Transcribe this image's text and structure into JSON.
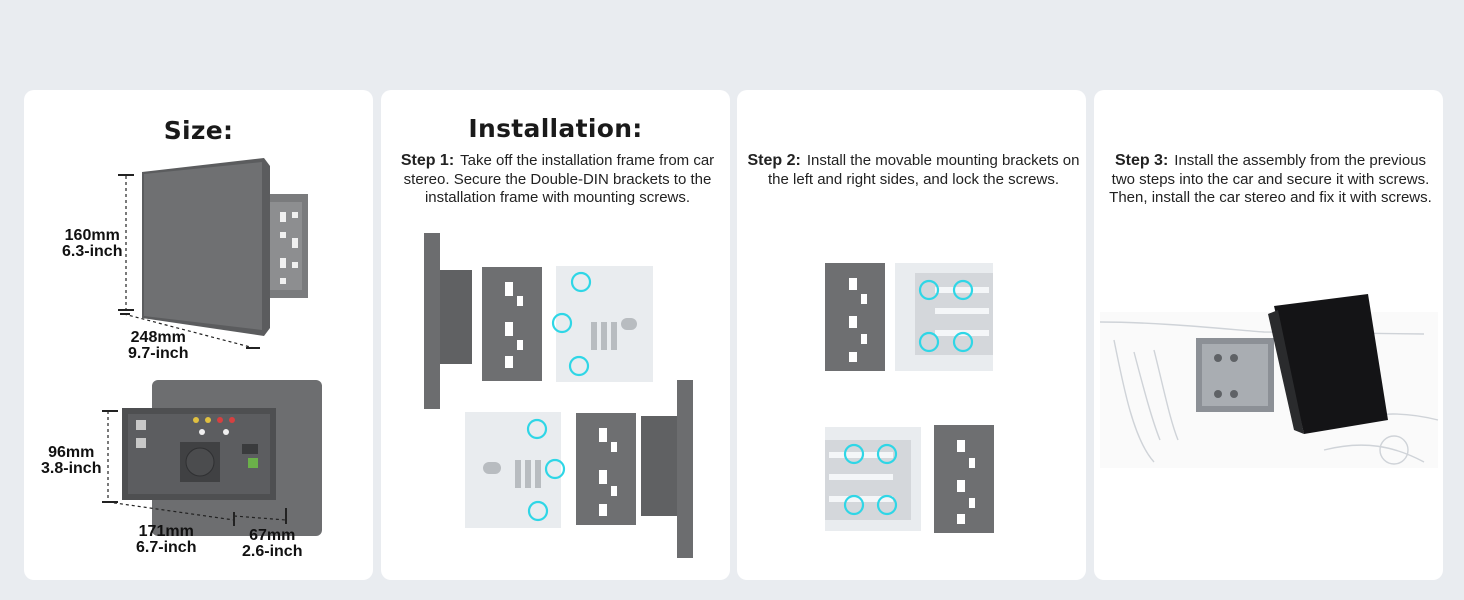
{
  "size_card": {
    "title": "Size:",
    "height_mm": "160mm",
    "height_in": "6.3-inch",
    "width_mm": "248mm",
    "width_in": "9.7-inch",
    "rear_height_mm": "96mm",
    "rear_height_in": "3.8-inch",
    "rear_width_mm": "171mm",
    "rear_width_in": "6.7-inch",
    "depth_mm": "67mm",
    "depth_in": "2.6-inch"
  },
  "installation_card": {
    "title": "Installation:",
    "step_label": "Step 1:",
    "step_text": "Take off the installation frame from car stereo. Secure the Double-DIN brackets to the installation frame with mounting screws."
  },
  "step2_card": {
    "step_label": "Step 2:",
    "step_text": "Install the movable mounting brackets on the left and right sides, and lock the screws."
  },
  "step3_card": {
    "step_label": "Step 3:",
    "step_text": "Install the assembly from the previous two steps into the car and secure it with screws. Then, install the car stereo and fix it with screws."
  },
  "colors": {
    "background": "#e9ecf0",
    "card": "#ffffff",
    "screw_highlight": "#2fd6e6",
    "device_gray": "#6d6e70"
  }
}
